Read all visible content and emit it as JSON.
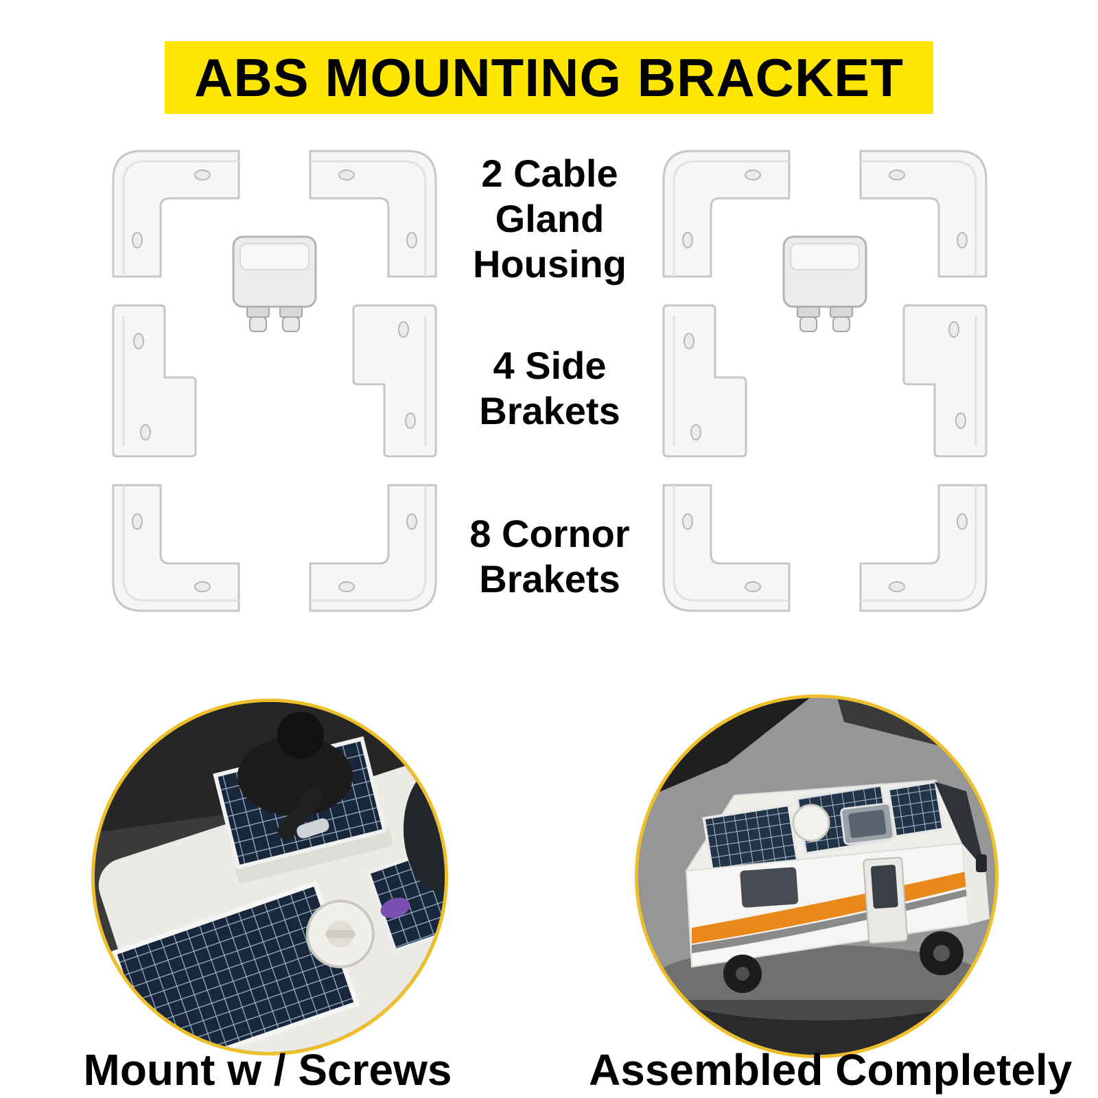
{
  "banner": {
    "title": "ABS MOUNTING BRACKET"
  },
  "features": {
    "cable_gland": "2 Cable\nGland\nHousing",
    "side_brackets": "4 Side\nBrakets",
    "corner_brackets": "8 Cornor\nBrakets"
  },
  "captions": {
    "left": "Mount w / Screws",
    "right": "Assembled Completely"
  },
  "colors": {
    "banner_bg": "#FFE600",
    "circle_border": "#EFBF2A",
    "text": "#000000",
    "background": "#FFFFFF"
  },
  "icons": {
    "corner_bracket": "l-shaped-corner-piece",
    "side_bracket": "stepped-rail-piece",
    "cable_gland_housing": "box-with-two-cable-glands",
    "mount_photo": "solar-panel-roof-installation-photo",
    "assembled_photo": "motorhome-with-solar-panels-photo"
  }
}
